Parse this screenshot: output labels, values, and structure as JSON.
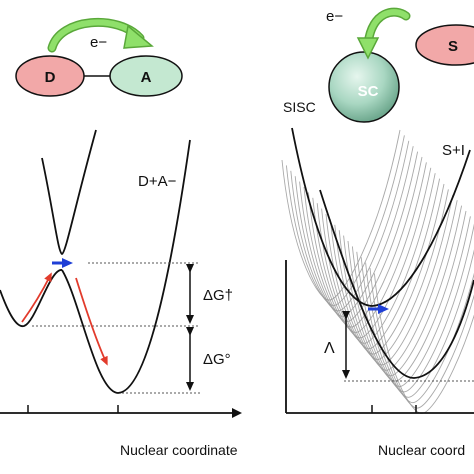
{
  "left_panel": {
    "electron_label": "e−",
    "donor_label": "D",
    "acceptor_label": "A",
    "product_state_label": "D+A−",
    "activation_energy_label": "ΔG†",
    "free_energy_label": "ΔG°",
    "x_axis_label": "Nuclear coordinate"
  },
  "right_panel": {
    "electron_label": "e−",
    "semiconductor_label": "SC",
    "species_label": "S",
    "left_state_label": "SISC",
    "right_state_label": "S+I",
    "reorganization_label": "Λ",
    "x_axis_label": "Nuclear coord"
  },
  "colors": {
    "donor_fill": "#f2a8a8",
    "acceptor_fill": "#c4e8d1",
    "sc_sphere": "#a9d7c2",
    "arrow_green": "#7ed957",
    "arrow_blue": "#1f3fd6",
    "arrow_red": "#e23b2c",
    "curve": "#111111",
    "band": "#9a9a9a"
  },
  "icons": [
    "curved-green-arrow-icon",
    "blue-right-arrow-icon",
    "red-curved-arrow-icon"
  ]
}
